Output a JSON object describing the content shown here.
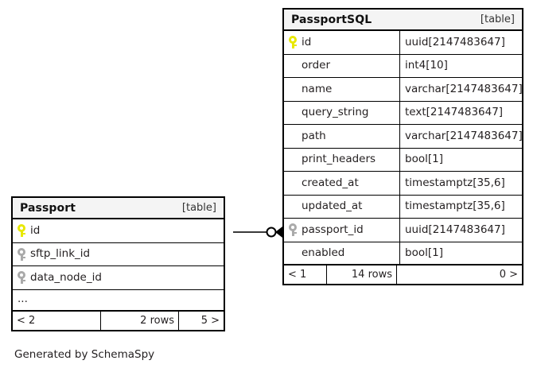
{
  "diagram": {
    "caption": "Generated by SchemaSpy",
    "table_kind_label": "[table]",
    "ellipsis": "...",
    "colors": {
      "primary_key": "#e8e800",
      "foreign_key": "#aaaaaa",
      "border": "#000000",
      "header_background": "#f4f4f4",
      "canvas_background": "#ffffff",
      "text": "#231f20"
    }
  },
  "tables": [
    {
      "name": "PassportSQL",
      "kind": "[table]",
      "columns": [
        {
          "name": "id",
          "type": "uuid[2147483647]",
          "key": "primary"
        },
        {
          "name": "order",
          "type": "int4[10]",
          "key": "none"
        },
        {
          "name": "name",
          "type": "varchar[2147483647]",
          "key": "none"
        },
        {
          "name": "query_string",
          "type": "text[2147483647]",
          "key": "none"
        },
        {
          "name": "path",
          "type": "varchar[2147483647]",
          "key": "none"
        },
        {
          "name": "print_headers",
          "type": "bool[1]",
          "key": "none"
        },
        {
          "name": "created_at",
          "type": "timestamptz[35,6]",
          "key": "none"
        },
        {
          "name": "updated_at",
          "type": "timestamptz[35,6]",
          "key": "none"
        },
        {
          "name": "passport_id",
          "type": "uuid[2147483647]",
          "key": "foreign"
        },
        {
          "name": "enabled",
          "type": "bool[1]",
          "key": "none"
        }
      ],
      "footer": {
        "prev": "< 1",
        "rows": "14 rows",
        "next": "0 >"
      },
      "has_ellipsis_row": false
    },
    {
      "name": "Passport",
      "kind": "[table]",
      "columns": [
        {
          "name": "id",
          "type": "",
          "key": "primary"
        },
        {
          "name": "sftp_link_id",
          "type": "",
          "key": "foreign"
        },
        {
          "name": "data_node_id",
          "type": "",
          "key": "foreign"
        }
      ],
      "footer": {
        "prev": "< 2",
        "rows": "2 rows",
        "next": "5 >"
      },
      "has_ellipsis_row": true
    }
  ],
  "relationships": [
    {
      "from_table": "Passport",
      "from_column": "id",
      "to_table": "PassportSQL",
      "to_column": "passport_id",
      "from_marker": "none",
      "to_marker": "zero-or-one-arrow"
    }
  ]
}
